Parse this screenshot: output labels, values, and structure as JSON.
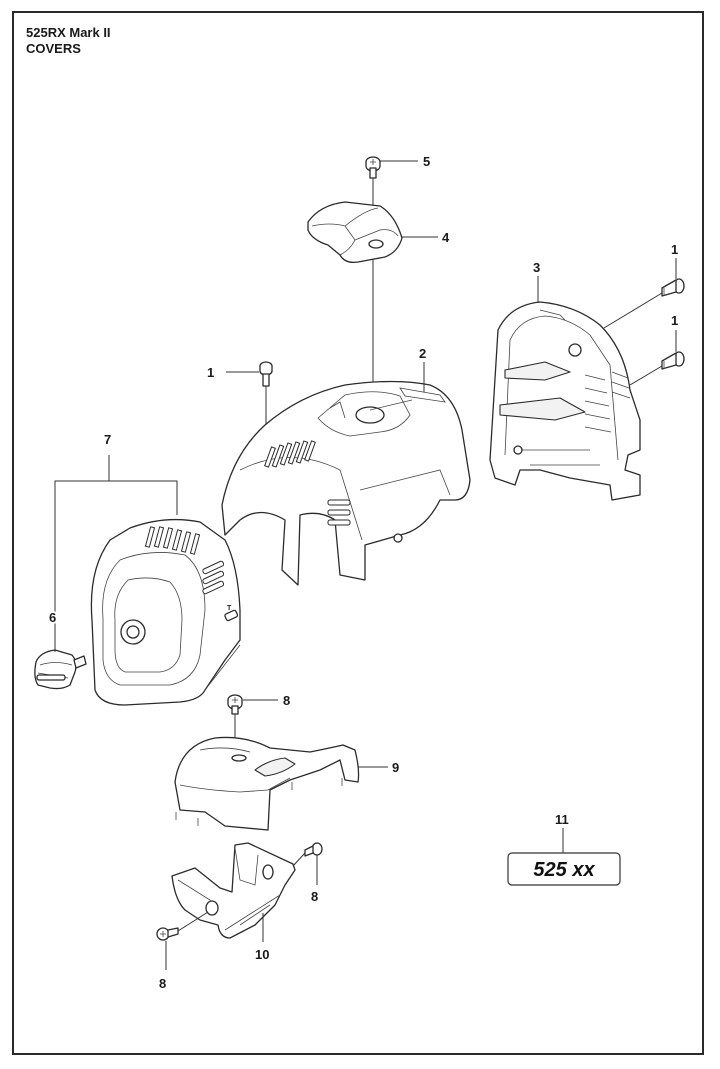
{
  "header": {
    "model": "525RX Mark II",
    "section": "COVERS"
  },
  "callouts": [
    {
      "id": "c5",
      "label": "5",
      "part": "screw (cover top)"
    },
    {
      "id": "c4",
      "label": "4",
      "part": "handle cover"
    },
    {
      "id": "c1a",
      "label": "1",
      "part": "screw (cover)"
    },
    {
      "id": "c1b",
      "label": "1",
      "part": "screw (rear cover upper)"
    },
    {
      "id": "c1c",
      "label": "1",
      "part": "screw (rear cover lower)"
    },
    {
      "id": "c3",
      "label": "3",
      "part": "rear cover"
    },
    {
      "id": "c2",
      "label": "2",
      "part": "cylinder cover"
    },
    {
      "id": "c7",
      "label": "7",
      "part": "air filter cover assy"
    },
    {
      "id": "c6",
      "label": "6",
      "part": "knob"
    },
    {
      "id": "c8a",
      "label": "8",
      "part": "screw (lower cover)"
    },
    {
      "id": "c9",
      "label": "9",
      "part": "lower cover"
    },
    {
      "id": "c8b",
      "label": "8",
      "part": "screw (bottom plate right)"
    },
    {
      "id": "c10",
      "label": "10",
      "part": "bottom plate"
    },
    {
      "id": "c8c",
      "label": "8",
      "part": "screw (bottom plate left)"
    },
    {
      "id": "c11",
      "label": "11",
      "part": "decal"
    }
  ],
  "decal": {
    "text": "525 xx"
  }
}
